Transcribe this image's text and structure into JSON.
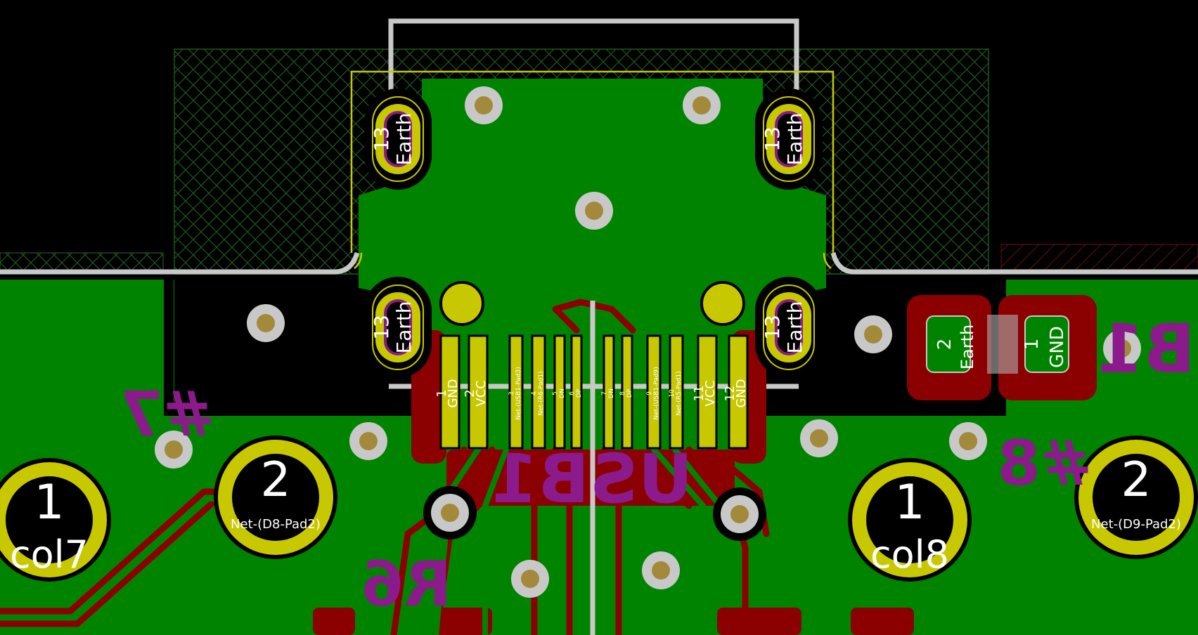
{
  "colors": {
    "background": "#000000",
    "copper_fill": "#008400",
    "back_copper": "#8b0000",
    "pad_yellow": "#c8c800",
    "drill_hole": "#000000",
    "via_ring": "#c8c8c8",
    "via_hole": "#a38a3a",
    "silkscreen_back": "#8b1a8b",
    "edge_cuts": "#c8c8c8",
    "courtyard": "#c8c800",
    "keepout_hatch": "#1e5a1e",
    "slot_outline": "#8b1a8b",
    "pad_text": "#ffffff"
  },
  "icons": {
    "via": "via-icon",
    "through_hole_pad": "through-hole-pad-icon",
    "slot_pad": "oval-slot-pad-icon"
  },
  "usb_connector": {
    "designator": "USB1",
    "shield_pads": [
      {
        "number": "13",
        "net": "Earth"
      },
      {
        "number": "13",
        "net": "Earth"
      },
      {
        "number": "13",
        "net": "Earth"
      },
      {
        "number": "13",
        "net": "Earth"
      }
    ],
    "signal_pads": [
      {
        "number": "1",
        "net": "GND"
      },
      {
        "number": "2",
        "net": "VCC"
      },
      {
        "number": "3",
        "net": "Net-(USB1-Pad3)"
      },
      {
        "number": "4",
        "net": "Net-(R6-Pad1)"
      },
      {
        "number": "5",
        "net": "DN"
      },
      {
        "number": "6",
        "net": "DP"
      },
      {
        "number": "7",
        "net": "DN"
      },
      {
        "number": "8",
        "net": "DP"
      },
      {
        "number": "9",
        "net": "Net-(USB1-Pad9)"
      },
      {
        "number": "10",
        "net": "Net-(R5-Pad1)"
      },
      {
        "number": "11",
        "net": "VCC"
      },
      {
        "number": "12",
        "net": "GND"
      }
    ]
  },
  "switch_pads": [
    {
      "number": "1",
      "net": "col7"
    },
    {
      "number": "2",
      "net": "Net-(D8-Pad2)"
    },
    {
      "number": "1",
      "net": "col8"
    },
    {
      "number": "2",
      "net": "Net-(D9-Pad2)"
    }
  ],
  "small_part_pads": [
    {
      "number": "2",
      "net": "Earth"
    },
    {
      "number": "1",
      "net": "GND"
    }
  ],
  "silkscreen": {
    "usb_ref": "USB1",
    "switch_left": "#7",
    "switch_right": "#8",
    "resistor": "R6",
    "part_b1": "B1"
  }
}
